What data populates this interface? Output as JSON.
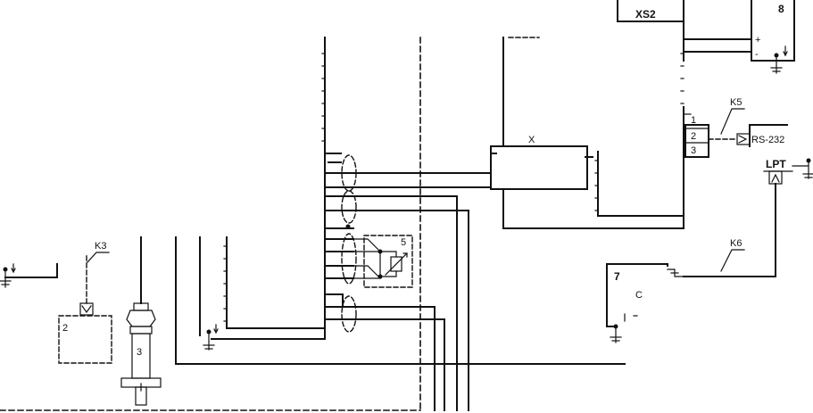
{
  "labels": {
    "xs2": "XS2",
    "block8": "8",
    "plus": "+",
    "minus": "-",
    "k5": "K5",
    "pin1": "1",
    "pin2": "2",
    "pin3": "3",
    "rs_text": "RS-232",
    "lpt": "LPT",
    "x": "X",
    "k3": "K3",
    "block2": "2",
    "block3": "3",
    "block5": "5",
    "k6": "K6",
    "block7": "7",
    "c": "C"
  }
}
